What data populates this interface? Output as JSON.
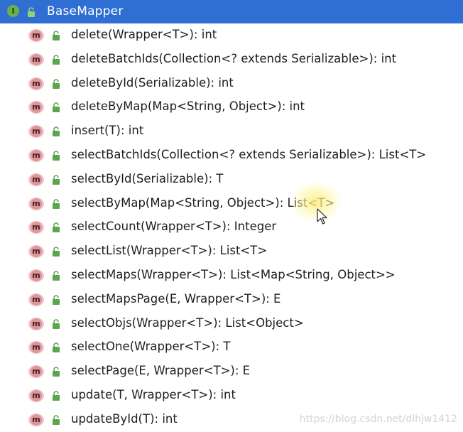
{
  "header": {
    "interface_icon_letter": "I",
    "title": "BaseMapper"
  },
  "method_icon_letter": "m",
  "methods": [
    {
      "signature": "delete(Wrapper<T>): int"
    },
    {
      "signature": "deleteBatchIds(Collection<? extends Serializable>): int"
    },
    {
      "signature": "deleteById(Serializable): int"
    },
    {
      "signature": "deleteByMap(Map<String, Object>): int"
    },
    {
      "signature": "insert(T): int"
    },
    {
      "signature": "selectBatchIds(Collection<? extends Serializable>): List<T>"
    },
    {
      "signature": "selectById(Serializable): T"
    },
    {
      "signature": "selectByMap(Map<String, Object>): List<T>"
    },
    {
      "signature": "selectCount(Wrapper<T>): Integer"
    },
    {
      "signature": "selectList(Wrapper<T>): List<T>"
    },
    {
      "signature": "selectMaps(Wrapper<T>): List<Map<String, Object>>"
    },
    {
      "signature": "selectMapsPage(E, Wrapper<T>): E"
    },
    {
      "signature": "selectObjs(Wrapper<T>): List<Object>"
    },
    {
      "signature": "selectOne(Wrapper<T>): T"
    },
    {
      "signature": "selectPage(E, Wrapper<T>): E"
    },
    {
      "signature": "update(T, Wrapper<T>): int"
    },
    {
      "signature": "updateById(T): int"
    }
  ],
  "watermark": "https://blog.csdn.net/dlhjw1412",
  "colors": {
    "header_bg": "#2f6fd3",
    "interface_icon": "#6ab04c",
    "method_icon": "#e0959a",
    "lock_icon": "#5aa64a"
  }
}
